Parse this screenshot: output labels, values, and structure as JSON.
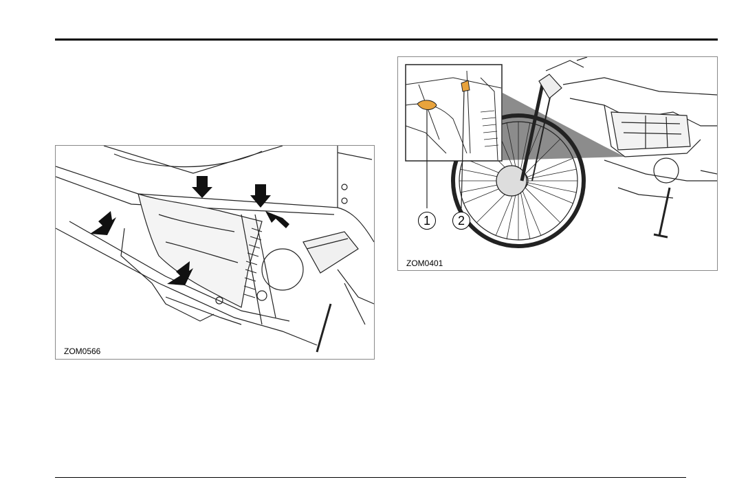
{
  "figures": [
    {
      "code": "ZOM0566"
    },
    {
      "code": "ZOM0401",
      "callouts": [
        "1",
        "2"
      ]
    }
  ],
  "colors": {
    "highlight": "#e8a33c",
    "wedge": "#8c8c8c",
    "line": "#222222"
  }
}
